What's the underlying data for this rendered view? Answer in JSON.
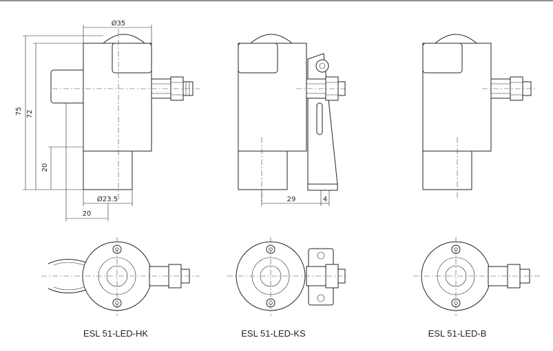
{
  "dimensions": {
    "d35": "Ø35",
    "d23_5": "Ø23.5",
    "h75": "75",
    "h72": "72",
    "h20": "20",
    "w20": "20",
    "w29": "29",
    "w4": "4"
  },
  "captions": {
    "hk": "ESL 51-LED-HK",
    "ks": "ESL 51-LED-KS",
    "b": "ESL 51-LED-B"
  }
}
